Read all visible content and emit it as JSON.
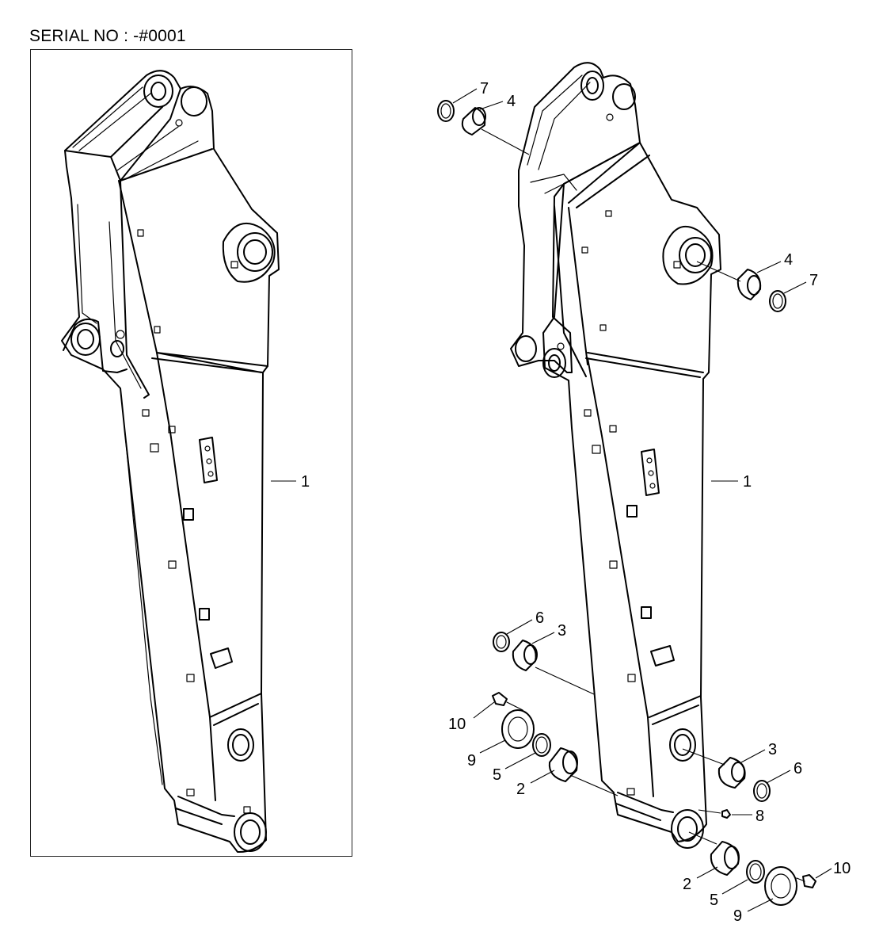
{
  "header": {
    "serial_label": "SERIAL NO : -#0001"
  },
  "left_view": {
    "callouts": [
      {
        "id": "l1",
        "label": "1"
      }
    ]
  },
  "right_view": {
    "callouts": [
      {
        "id": "r7a",
        "label": "7"
      },
      {
        "id": "r4a",
        "label": "4"
      },
      {
        "id": "r4b",
        "label": "4"
      },
      {
        "id": "r7b",
        "label": "7"
      },
      {
        "id": "r1",
        "label": "1"
      },
      {
        "id": "r6a",
        "label": "6"
      },
      {
        "id": "r3a",
        "label": "3"
      },
      {
        "id": "r10a",
        "label": "10"
      },
      {
        "id": "r9a",
        "label": "9"
      },
      {
        "id": "r5a",
        "label": "5"
      },
      {
        "id": "r2a",
        "label": "2"
      },
      {
        "id": "r3b",
        "label": "3"
      },
      {
        "id": "r6b",
        "label": "6"
      },
      {
        "id": "r8",
        "label": "8"
      },
      {
        "id": "r10b",
        "label": "10"
      },
      {
        "id": "r2b",
        "label": "2"
      },
      {
        "id": "r5b",
        "label": "5"
      },
      {
        "id": "r9b",
        "label": "9"
      }
    ]
  }
}
